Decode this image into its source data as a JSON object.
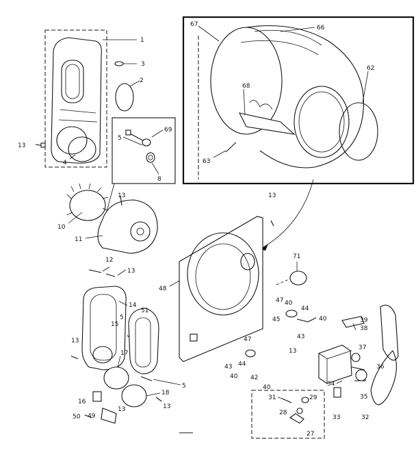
{
  "diagram": {
    "callouts": [
      {
        "id": "c1",
        "text": "1"
      },
      {
        "id": "c3",
        "text": "3"
      },
      {
        "id": "c2",
        "text": "2"
      },
      {
        "id": "c13a",
        "text": "13"
      },
      {
        "id": "c4",
        "text": "4"
      },
      {
        "id": "c5a",
        "text": "5"
      },
      {
        "id": "c69",
        "text": "69"
      },
      {
        "id": "c8",
        "text": "8"
      },
      {
        "id": "c67",
        "text": "67"
      },
      {
        "id": "c66",
        "text": "66"
      },
      {
        "id": "c62",
        "text": "62"
      },
      {
        "id": "c68",
        "text": "68"
      },
      {
        "id": "c63",
        "text": "63"
      },
      {
        "id": "c13b",
        "text": "13"
      },
      {
        "id": "c10",
        "text": "10"
      },
      {
        "id": "c11",
        "text": "11"
      },
      {
        "id": "c13c",
        "text": "13"
      },
      {
        "id": "c12",
        "text": "12"
      },
      {
        "id": "c13d",
        "text": "13"
      },
      {
        "id": "c48",
        "text": "48"
      },
      {
        "id": "c71",
        "text": "71"
      },
      {
        "id": "c14",
        "text": "14"
      },
      {
        "id": "c5b",
        "text": "5"
      },
      {
        "id": "c15",
        "text": "15"
      },
      {
        "id": "c51",
        "text": "51"
      },
      {
        "id": "c13e",
        "text": "13"
      },
      {
        "id": "c47a",
        "text": "47"
      },
      {
        "id": "c40a",
        "text": "40"
      },
      {
        "id": "c45",
        "text": "45"
      },
      {
        "id": "c44a",
        "text": "44"
      },
      {
        "id": "c40b",
        "text": "40"
      },
      {
        "id": "c39",
        "text": "39"
      },
      {
        "id": "c38",
        "text": "38"
      },
      {
        "id": "c43a",
        "text": "43"
      },
      {
        "id": "c37",
        "text": "37"
      },
      {
        "id": "c47b",
        "text": "47"
      },
      {
        "id": "c13f",
        "text": "13"
      },
      {
        "id": "c43b",
        "text": "43"
      },
      {
        "id": "c44b",
        "text": "44"
      },
      {
        "id": "c40c",
        "text": "40"
      },
      {
        "id": "c42",
        "text": "42"
      },
      {
        "id": "c40d",
        "text": "40"
      },
      {
        "id": "c17",
        "text": "17"
      },
      {
        "id": "c5c",
        "text": "5"
      },
      {
        "id": "c18",
        "text": "18"
      },
      {
        "id": "c13g",
        "text": "13"
      },
      {
        "id": "c16",
        "text": "16"
      },
      {
        "id": "c13h",
        "text": "13"
      },
      {
        "id": "c50",
        "text": "50"
      },
      {
        "id": "c49",
        "text": "49"
      },
      {
        "id": "c34",
        "text": "34"
      },
      {
        "id": "c36",
        "text": "36"
      },
      {
        "id": "c35",
        "text": "35"
      },
      {
        "id": "c33",
        "text": "33"
      },
      {
        "id": "c32",
        "text": "32"
      },
      {
        "id": "c31",
        "text": "31"
      },
      {
        "id": "c29",
        "text": "29"
      },
      {
        "id": "c28",
        "text": "28"
      },
      {
        "id": "c27",
        "text": "27"
      }
    ]
  }
}
